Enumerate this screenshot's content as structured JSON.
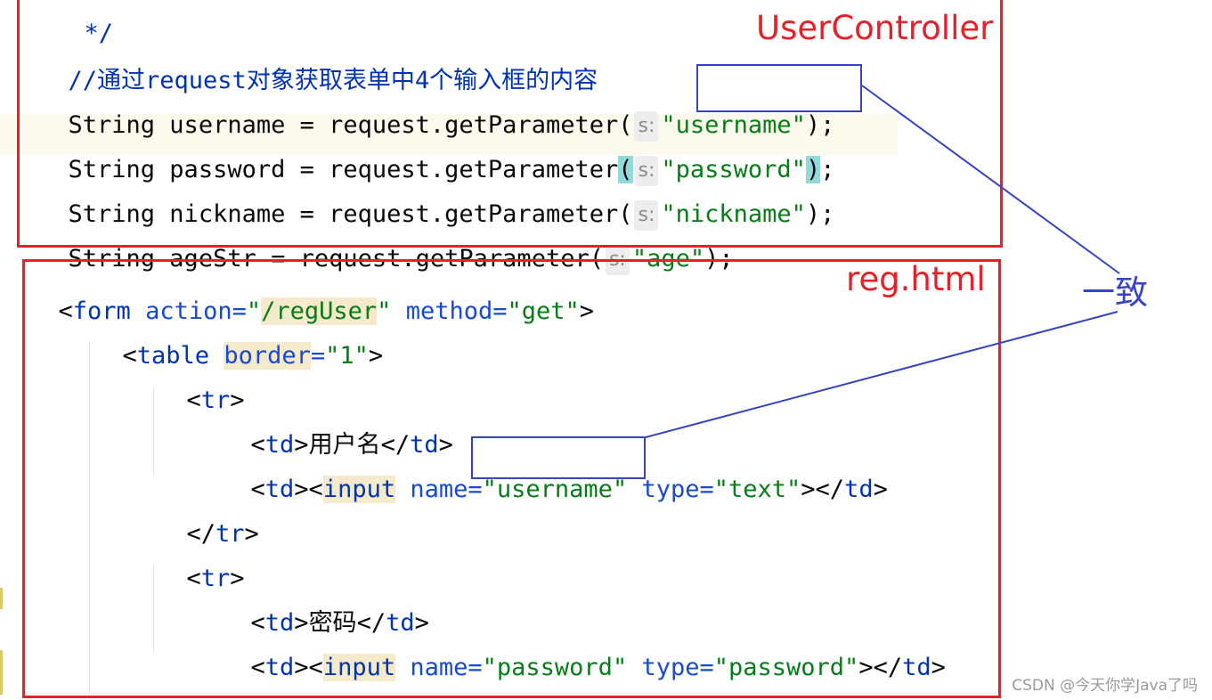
{
  "java_snippet": {
    "partial_comment_end": "*/",
    "comment": "//通过request对象获取表单中4个输入框的内容",
    "hint_label": "s:",
    "lines": [
      {
        "decl": "String username = request.getParameter(",
        "arg": "\"username\"",
        "end": ");"
      },
      {
        "decl": "String password = request.getParameter",
        "open": "(",
        "arg": "\"password\"",
        "close": ")",
        "end": ";"
      },
      {
        "decl": "String nickname = request.getParameter(",
        "arg": "\"nickname\"",
        "end": ");"
      },
      {
        "decl": "String ageStr = request.getParameter(",
        "arg": "\"age\"",
        "end": ");"
      }
    ]
  },
  "html_snippet": {
    "form_line": {
      "open": "<",
      "tag": "form",
      "attr1": " action=",
      "q1": "\"",
      "val1": "/regUser",
      "q2": "\"",
      "attr2": " method=",
      "val2": "\"get\"",
      "close": ">"
    },
    "table_line": {
      "open": "<",
      "tag": "table",
      "attr": "border",
      "eq": "=",
      "val": "\"1\"",
      "close": ">"
    },
    "tr_open": {
      "open": "<",
      "tag": "tr",
      "close": ">"
    },
    "tr_close": {
      "open": "</",
      "tag": "tr",
      "close": ">"
    },
    "row1_label": {
      "open": "<",
      "tag": "td",
      "close": ">",
      "text": "用户名",
      "end_open": "</",
      "end_tag": "td",
      "end_close": ">"
    },
    "row1_input": {
      "open": "<",
      "tag": "td",
      "mid": "><",
      "input": "input",
      "attr1": " name=",
      "val1": "\"username\"",
      "attr2": " type=",
      "val2": "\"text\"",
      "close": "></",
      "end_tag": "td",
      "end_close": ">"
    },
    "row2_label": {
      "open": "<",
      "tag": "td",
      "close": ">",
      "text": "密码",
      "end_open": "</",
      "end_tag": "td",
      "end_close": ">"
    },
    "row2_input": {
      "open": "<",
      "tag": "td",
      "mid": "><",
      "input": "input",
      "attr1": " name=",
      "val1": "\"password\"",
      "attr2": " type=",
      "val2": "\"password\"",
      "close": "></",
      "end_tag": "td",
      "end_close": ">"
    }
  },
  "annotations": {
    "controller_label": "UserController",
    "html_label": "reg.html",
    "match_label": "一致",
    "red_color": "#e8202a",
    "blue_color": "#3644c2"
  },
  "watermark": "CSDN @今天你学Java了吗"
}
